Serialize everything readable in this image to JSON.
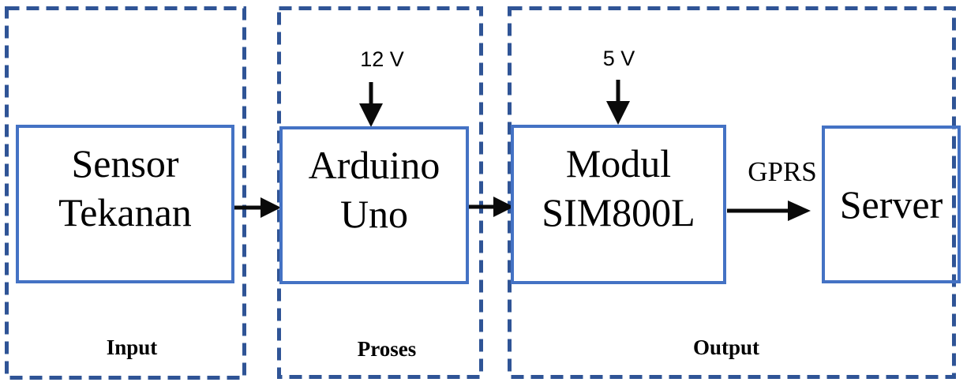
{
  "diagram": {
    "sections": [
      {
        "label": "Input"
      },
      {
        "label": "Proses"
      },
      {
        "label": "Output"
      }
    ],
    "blocks": [
      {
        "label": "Sensor Tekanan",
        "lines": [
          "Sensor",
          "Tekanan"
        ]
      },
      {
        "label": "Arduino Uno",
        "lines": [
          "Arduino",
          "Uno"
        ]
      },
      {
        "label": "Modul SIM800L",
        "lines": [
          "Modul",
          "SIM800L"
        ]
      },
      {
        "label": "Server",
        "lines": [
          "Server"
        ]
      }
    ],
    "annotations": {
      "arduino_power": "12 V",
      "sim800l_power": "5 V",
      "link_label": "GPRS"
    },
    "colors": {
      "solid_box_border": "#4472C4",
      "dashed_section_border": "#2F5496",
      "arrow": "#0a0a0a",
      "text": "#000000",
      "background": "#ffffff"
    }
  }
}
